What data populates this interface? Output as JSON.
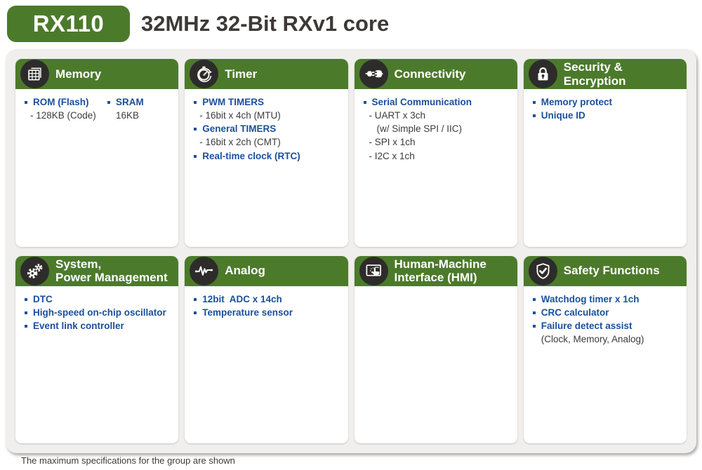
{
  "header": {
    "badge": "RX110",
    "title": "32MHz 32-Bit RXv1 core"
  },
  "colors": {
    "green": "#4C7A2B",
    "icon_dark": "#2D2C2B",
    "blue": "#1A4F9C",
    "text_gray": "#3B3B3B",
    "panel_bg": "#F0EFED"
  },
  "cards": [
    {
      "id": "memory",
      "icon": "memory-grid-icon",
      "title": "Memory",
      "columns": {
        "left": [
          {
            "type": "bullet",
            "text": "ROM (Flash)"
          },
          {
            "type": "sub",
            "text": "- 128KB (Code)"
          }
        ],
        "right": [
          {
            "type": "bullet",
            "text": "SRAM"
          },
          {
            "type": "subtext",
            "text": "16KB"
          }
        ]
      }
    },
    {
      "id": "timer",
      "icon": "stopwatch-icon",
      "title": "Timer",
      "items": [
        {
          "type": "bullet",
          "text": "PWM TIMERS"
        },
        {
          "type": "sub",
          "text": "- 16bit x 4ch (MTU)"
        },
        {
          "type": "bullet",
          "text": "General TIMERS"
        },
        {
          "type": "sub",
          "text": "- 16bit x 2ch (CMT)"
        },
        {
          "type": "bullet",
          "text": "Real-time clock (RTC)"
        }
      ]
    },
    {
      "id": "connectivity",
      "icon": "plug-icon",
      "title": "Connectivity",
      "items": [
        {
          "type": "bullet",
          "text": "Serial Communication"
        },
        {
          "type": "sub",
          "text": "- UART x 3ch"
        },
        {
          "type": "sub2",
          "text": "(w/ Simple SPI / IIC)"
        },
        {
          "type": "sub",
          "text": "- SPI x 1ch"
        },
        {
          "type": "sub",
          "text": "- I2C x 1ch"
        }
      ]
    },
    {
      "id": "security-encryption",
      "icon": "lock-icon",
      "title": "Security &\nEncryption",
      "items": [
        {
          "type": "bullet",
          "text": "Memory protect"
        },
        {
          "type": "bullet",
          "text": "Unique ID"
        }
      ]
    },
    {
      "id": "system-power-management",
      "icon": "gears-icon",
      "title": "System,\nPower Management",
      "items": [
        {
          "type": "bullet",
          "text": "DTC"
        },
        {
          "type": "bullet",
          "text": "High-speed on-chip oscillator"
        },
        {
          "type": "bullet",
          "text": "Event link controller"
        }
      ]
    },
    {
      "id": "analog",
      "icon": "waveform-icon",
      "title": "Analog",
      "items": [
        {
          "type": "bullet",
          "text": "12bit  ADC x 14ch"
        },
        {
          "type": "bullet",
          "text": "Temperature sensor"
        }
      ]
    },
    {
      "id": "hmi",
      "icon": "touchscreen-icon",
      "title": "Human-Machine\nInterface (HMI)",
      "items": []
    },
    {
      "id": "safety-functions",
      "icon": "shield-check-icon",
      "title": "Safety Functions",
      "items": [
        {
          "type": "bullet",
          "text": "Watchdog timer x 1ch"
        },
        {
          "type": "bullet",
          "text": "CRC calculator"
        },
        {
          "type": "bullet",
          "text": "Failure detect assist"
        },
        {
          "type": "subtext",
          "text": "(Clock, Memory, Analog)"
        }
      ]
    }
  ],
  "footer": {
    "note": "The maximum specifications for the group are shown"
  }
}
